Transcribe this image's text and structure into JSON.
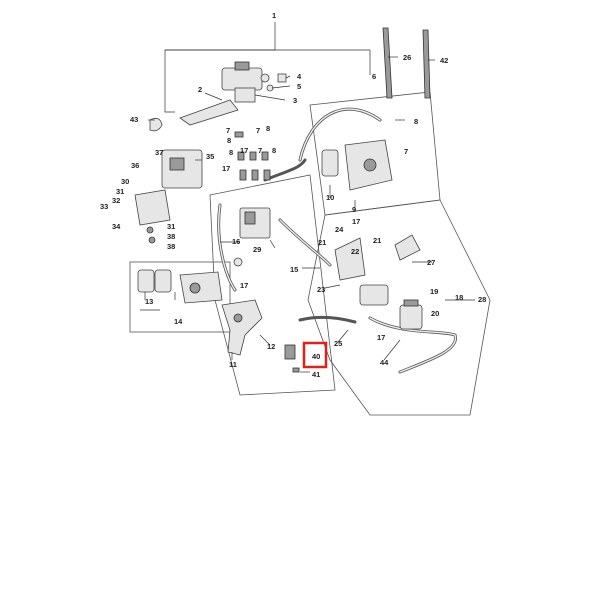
{
  "diagram": {
    "highlight_color": "#e0201b",
    "highlighted_callout": "40",
    "callouts": {
      "c1": "1",
      "c2": "2",
      "c3": "3",
      "c4": "4",
      "c5": "5",
      "c6": "6",
      "c7a": "7",
      "c7b": "7",
      "c7c": "7",
      "c7d": "7",
      "c8a": "8",
      "c8b": "8",
      "c8c": "8",
      "c8d": "8",
      "c9": "9",
      "c10": "10",
      "c11": "11",
      "c12": "12",
      "c13": "13",
      "c14": "14",
      "c15": "15",
      "c16": "16",
      "c17a": "17",
      "c17b": "17",
      "c17c": "17",
      "c17d": "17",
      "c17e": "17",
      "c18": "18",
      "c19": "19",
      "c20": "20",
      "c21a": "21",
      "c21b": "21",
      "c22": "22",
      "c23": "23",
      "c24": "24",
      "c25": "25",
      "c26": "26",
      "c27": "27",
      "c28": "28",
      "c29": "29",
      "c30": "30",
      "c31a": "31",
      "c31b": "31",
      "c32": "32",
      "c33": "33",
      "c34": "34",
      "c35": "35",
      "c36": "36",
      "c37": "37",
      "c38a": "38",
      "c38b": "38",
      "c40": "40",
      "c41": "41",
      "c42": "42",
      "c43": "43",
      "c44": "44"
    }
  }
}
